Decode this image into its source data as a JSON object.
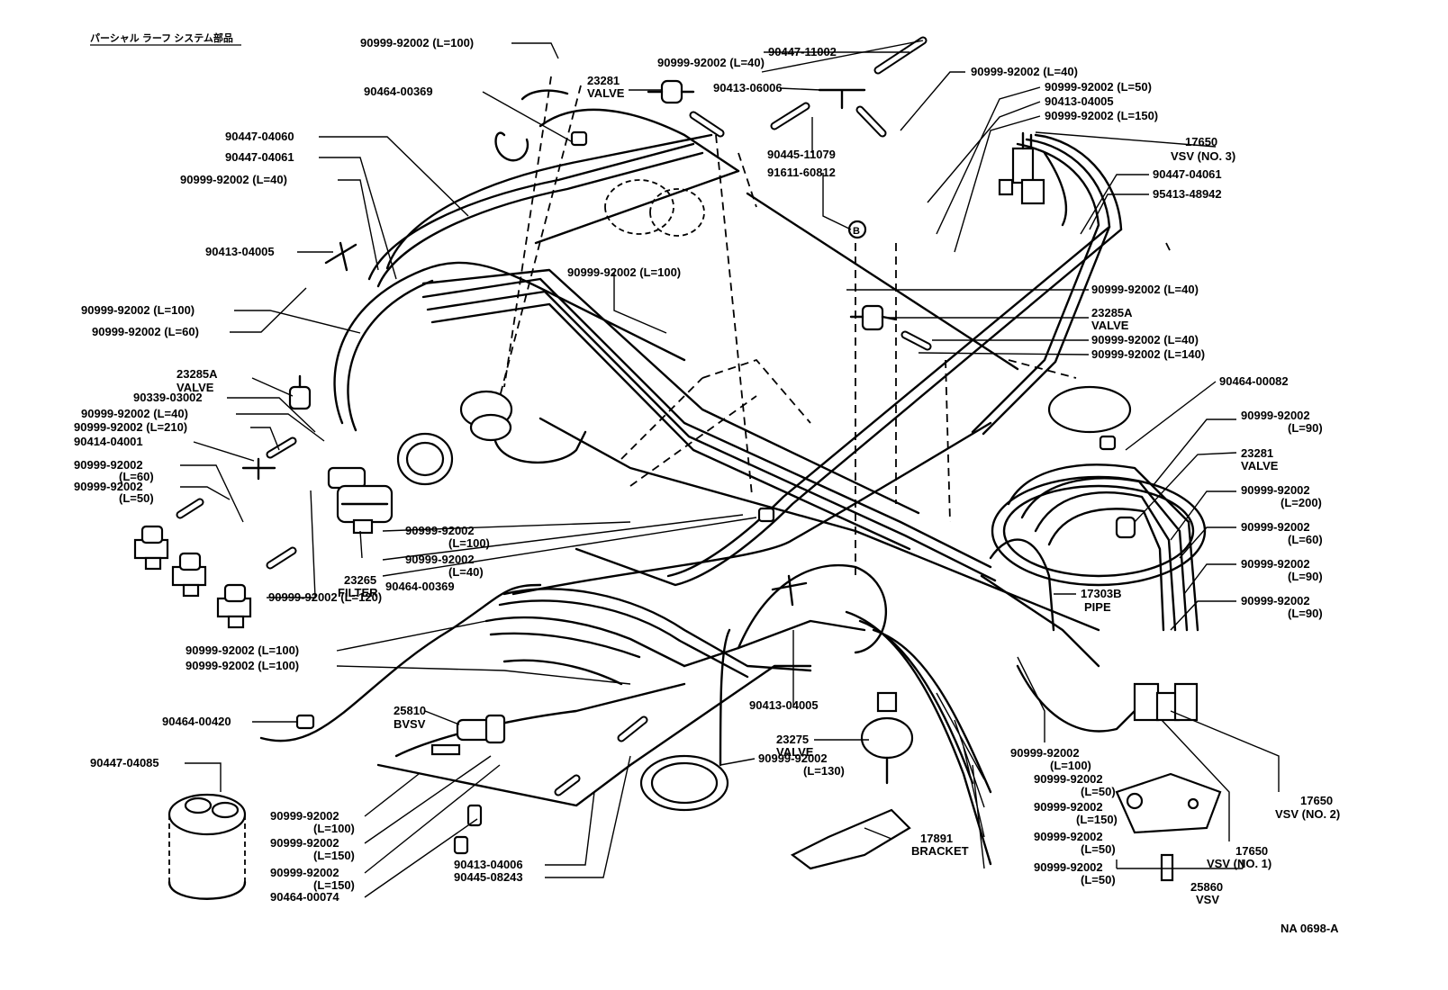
{
  "header_note": "パーシャル ラーフ システム部品",
  "drawing_code": "NA 0698-A",
  "marker": "B",
  "labels": [
    "90999-92002 (L=100)",
    "90464-00369",
    "90447-04060",
    "90447-04061",
    "90999-92002 (L=40)",
    "90413-04005",
    "90999-92002 (L=100)",
    "90999-92002 (L=60)",
    "23285A",
    "VALVE",
    "90339-03002",
    "90999-92002 (L=40)",
    "90999-92002 (L=210)",
    "90414-04001",
    "90999-92002",
    "(L=60)",
    "90999-92002",
    "(L=50)",
    "23281",
    "VALVE",
    "90999-92002 (L=40)",
    "90447-11002",
    "90413-06006",
    "90445-11079",
    "91611-60812",
    "90999-92002 (L=40)",
    "90999-92002 (L=50)",
    "90413-04005",
    "90999-92002 (L=150)",
    "17650",
    "VSV (NO. 3)",
    "90447-04061",
    "95413-48942",
    "90999-92002 (L=100)",
    "90999-92002 (L=40)",
    "23285A",
    "VALVE",
    "90999-92002 (L=40)",
    "90999-92002 (L=140)",
    "90464-00082",
    "90999-92002",
    "(L=90)",
    "23281",
    "VALVE",
    "90999-92002",
    "(L=200)",
    "90999-92002",
    "(L=60)",
    "90999-92002",
    "(L=90)",
    "90999-92002",
    "(L=90)",
    "17303B",
    "PIPE",
    "23265",
    "FILTER",
    "90999-92002 (L=120)",
    "90999-92002",
    "(L=100)",
    "90999-92002",
    "(L=40)",
    "90464-00369",
    "90999-92002 (L=100)",
    "90999-92002 (L=100)",
    "25810",
    "BVSV",
    "90464-00420",
    "90447-04085",
    "90999-92002",
    "(L=100)",
    "90999-92002",
    "(L=150)",
    "90999-92002",
    "(L=150)",
    "90464-00074",
    "90413-04006",
    "90445-08243",
    "90413-04005",
    "23275",
    "VALVE",
    "90999-92002",
    "(L=130)",
    "17891",
    "BRACKET",
    "90999-92002",
    "(L=100)",
    "90999-92002",
    "(L=50)",
    "90999-92002",
    "(L=150)",
    "90999-92002",
    "(L=50)",
    "90999-92002",
    "(L=50)",
    "17650",
    "VSV (NO. 2)",
    "17650",
    "VSV (NO. 1)",
    "25860",
    "VSV"
  ]
}
